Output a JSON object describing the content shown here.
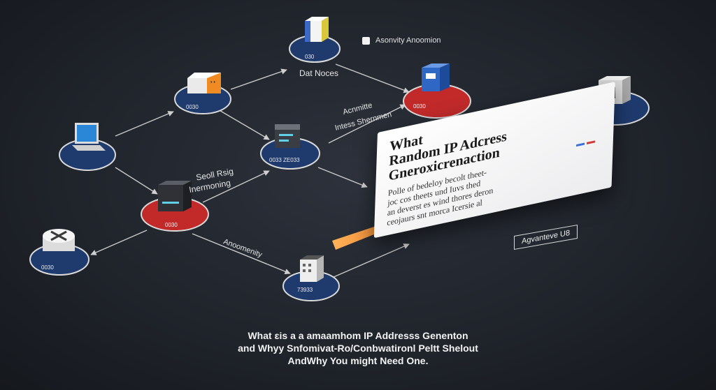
{
  "legend": {
    "label": "Asonvity Anoomion"
  },
  "nodes": [
    {
      "id": "top-db",
      "code": "030",
      "ring": "#1f3b6e",
      "icon": "database-icon"
    },
    {
      "id": "server-orange",
      "code": "0030",
      "ring": "#1f3b6e",
      "icon": "server-icon"
    },
    {
      "id": "laptop",
      "code": "",
      "ring": "#1f3b6e",
      "icon": "laptop-icon"
    },
    {
      "id": "router-center",
      "code": "0033 ZE033",
      "ring": "#1f3b6e",
      "icon": "router-icon"
    },
    {
      "id": "blue-box",
      "code": "0030",
      "ring": "#c22a2a",
      "icon": "cube-icon"
    },
    {
      "id": "right-device",
      "code": "",
      "ring": "#1f3b6e",
      "icon": "device-icon"
    },
    {
      "id": "red-server",
      "code": "0030",
      "ring": "#c22a2a",
      "icon": "server-icon"
    },
    {
      "id": "cross-cyl",
      "code": "0030",
      "ring": "#1f3b6e",
      "icon": "cross-icon"
    },
    {
      "id": "building",
      "code": "73933",
      "ring": "#1f3b6e",
      "icon": "building-icon"
    }
  ],
  "labels": {
    "dat_noces": "Dat Noces",
    "annotation_1": "Acnmitte",
    "annotation_2": "Intess Shernmen",
    "scroll_1": "Seoll Rsig",
    "scroll_2": "Inermoning",
    "anonymity": "Anoomenity"
  },
  "card": {
    "title_lines": [
      "What",
      "Random IP Adcress",
      "Gneroxicrenaction"
    ],
    "body_lines": [
      "Polle of bedeloy becolt theet-",
      "joc cos theets und Iuvs thed",
      "an deverst es wind thores deron",
      "ceojaurs snt morca Icersie al"
    ],
    "accent_colors": [
      "#3b6fd8",
      "#d23a3a"
    ]
  },
  "badge": {
    "label": "Agvanteve U8"
  },
  "caption": {
    "lines": [
      "What ɛis a a amaamhom IP Addresss Genenton",
      "and Whyy Snfomivat-Ro/Conbwatironl Peltt Shelout",
      "AndWhy You might Need One."
    ]
  },
  "colors": {
    "orange_arrow": "#f0892b",
    "blue_ring": "#1f3b6e",
    "red_ring": "#c22a2a"
  }
}
